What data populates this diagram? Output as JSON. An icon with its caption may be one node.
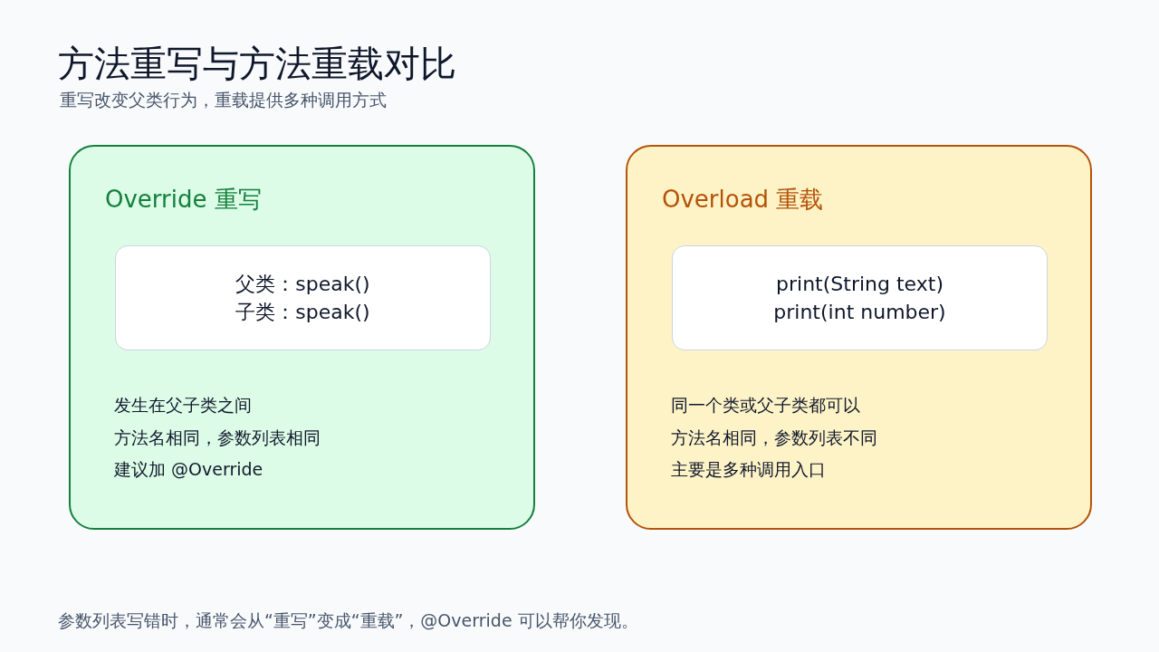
{
  "diagram": {
    "title": "方法重写与方法重载对比",
    "caption": "参数列表写错时，通常会从“重写”变成“重载”，@Override 可以帮你发现。",
    "labels": [
      "重写改变父类行为，重载提供多种调用方式"
    ],
    "nodes": [
      {
        "text": [
          "Override 重写",
          "发生在父子类之间",
          "方法名相同，参数列表相同",
          "建议加 @Override"
        ]
      },
      {
        "text": [
          "父类：speak()",
          "子类：speak()"
        ],
        "in": 0
      },
      {
        "text": [
          "Overload 重载",
          "同一个类或父子类都可以",
          "方法名相同，参数列表不同",
          "主要是多种调用入口"
        ]
      },
      {
        "text": [
          "print(String text)",
          "print(int number)"
        ],
        "in": 2
      }
    ]
  }
}
